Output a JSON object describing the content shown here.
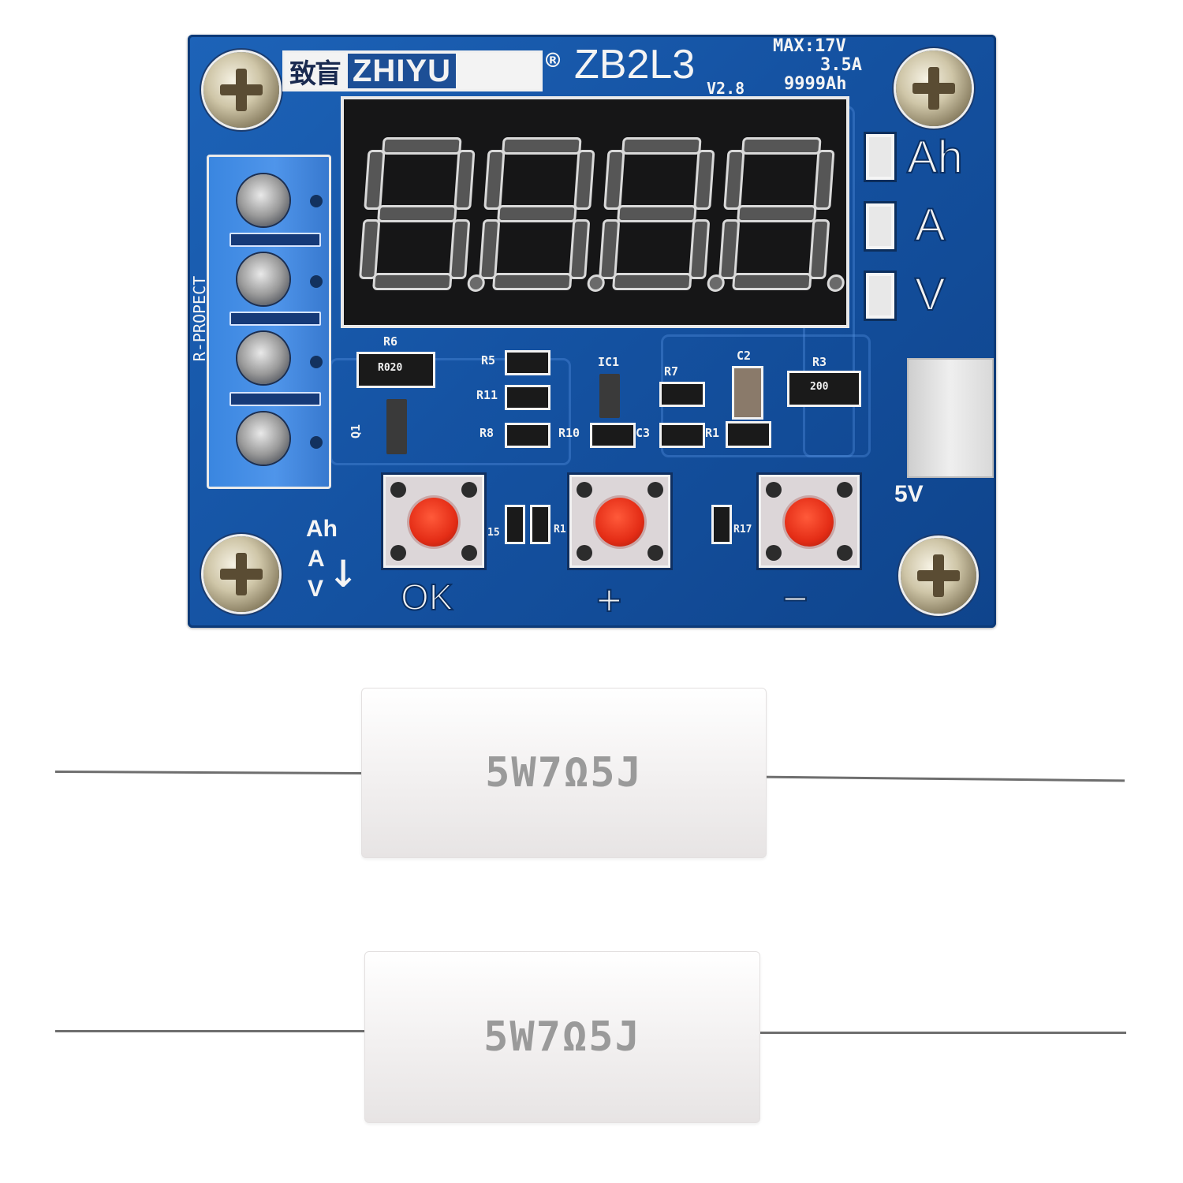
{
  "board": {
    "brand_cn": "致盲",
    "brand_en": "ZHIYU",
    "registered_mark": "®",
    "model": "ZB2L3",
    "version": "V2.8",
    "spec_max_voltage": "MAX:17V",
    "spec_current": "3.5A",
    "spec_capacity": "9999Ah",
    "connector_label": "R-PROPECT",
    "usb_label": "5V",
    "colors": {
      "pcb": "#1553a3",
      "terminal": "#4f95ea",
      "button_cap": "#e42d16",
      "display_bg": "#161617"
    }
  },
  "display": {
    "digits": [
      "8.",
      "8.",
      "8.",
      "8."
    ],
    "readout": "8.8.8.8."
  },
  "unit_indicators": [
    {
      "label": "Ah"
    },
    {
      "label": "A"
    },
    {
      "label": "V"
    }
  ],
  "mode_cycle": {
    "labels": [
      "Ah",
      "A",
      "V"
    ],
    "arrow": "↓"
  },
  "buttons": [
    {
      "label": "OK"
    },
    {
      "label": "+"
    },
    {
      "label": "−"
    }
  ],
  "components": {
    "R6": {
      "designator": "R6",
      "value": "R020"
    },
    "R5": {
      "designator": "R5"
    },
    "R11": {
      "designator": "R11"
    },
    "R8": {
      "designator": "R8"
    },
    "IC1": {
      "designator": "IC1"
    },
    "R7": {
      "designator": "R7"
    },
    "R10": {
      "designator": "R10"
    },
    "C3": {
      "designator": "C3"
    },
    "R1": {
      "designator": "R1"
    },
    "C2": {
      "designator": "C2"
    },
    "R3": {
      "designator": "R3",
      "value": "200"
    },
    "Q1": {
      "designator": "Q1"
    },
    "R15": {
      "designator": "15"
    },
    "R1b": {
      "designator": "R1"
    },
    "R17": {
      "designator": "R17"
    }
  },
  "resistors": [
    {
      "marking": "5W7Ω5J"
    },
    {
      "marking": "5W7Ω5J"
    }
  ]
}
